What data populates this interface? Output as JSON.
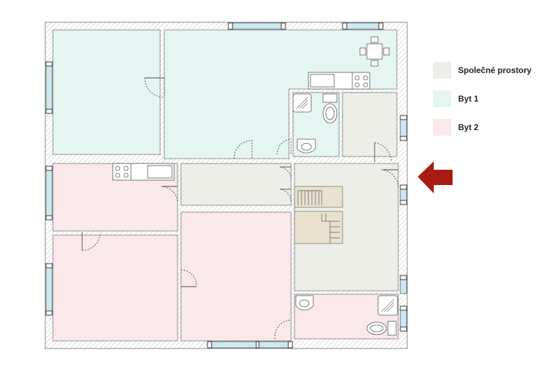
{
  "legend": [
    {
      "label": "Společné prostory",
      "color": "#eeeee8"
    },
    {
      "label": "Byt 1",
      "color": "#e5f5f2"
    },
    {
      "label": "Byt 2",
      "color": "#fbe8ea"
    }
  ],
  "colors": {
    "wall": "#9a9a9a",
    "window": "#cbe9ef",
    "arrow": "#a61c12",
    "line": "#555555"
  },
  "entrance_arrow": {
    "icon": "arrow-left-icon"
  }
}
